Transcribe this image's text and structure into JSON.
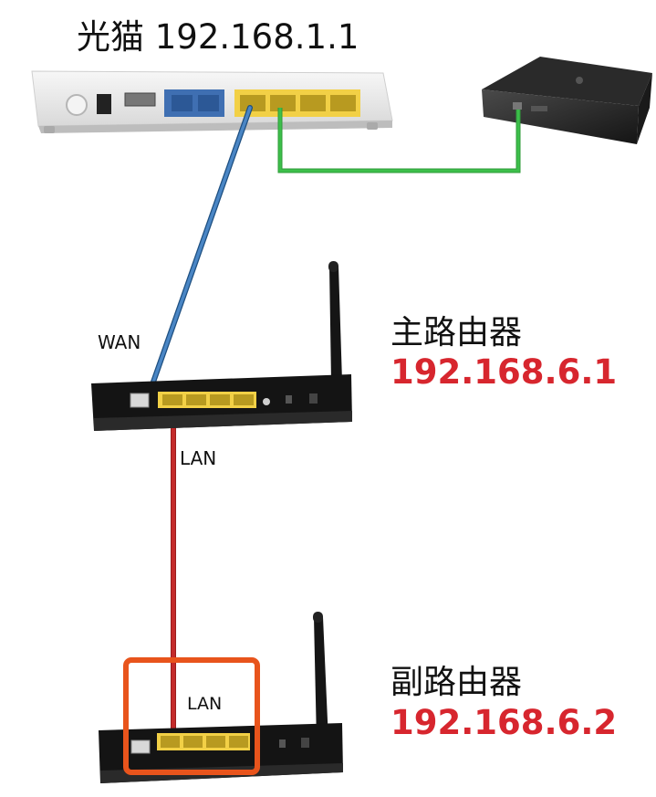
{
  "modem": {
    "title": "光猫  192.168.1.1"
  },
  "main_router": {
    "name": "主路由器",
    "ip": "192.168.6.1",
    "wan_label": "WAN",
    "lan_label": "LAN"
  },
  "secondary_router": {
    "name": "副路由器",
    "ip": "192.168.6.2",
    "lan_label": "LAN"
  },
  "colors": {
    "wan_cable": "#4a86c5",
    "lan_cable": "#c42b2b",
    "tvbox_cable": "#3cbf4a",
    "lan_ports": "#f2d046",
    "highlight_box": "#e8541c",
    "ip_text": "#d7262e"
  }
}
